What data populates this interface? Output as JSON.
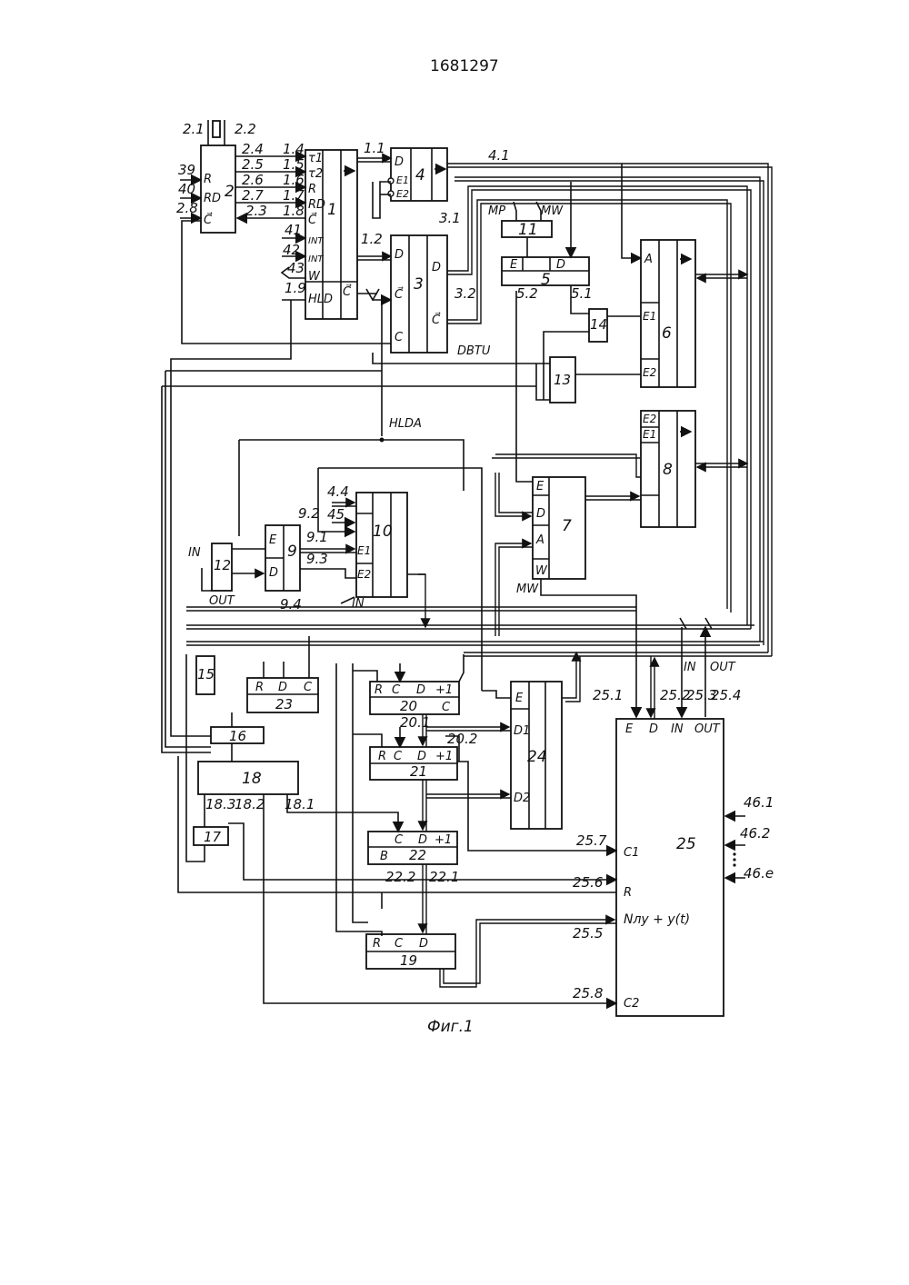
{
  "patent_number": "1681297",
  "caption": "Фиг.1",
  "blocks": {
    "b1": {
      "id": "1",
      "inputs": [
        "τ1",
        "τ2",
        "R",
        "RD",
        "C⃗",
        "INT",
        "INT",
        "W",
        "HLD"
      ],
      "out": "C⃗"
    },
    "b2": {
      "id": "2",
      "inputs": [
        "R",
        "RD",
        "C⃗"
      ]
    },
    "b3": {
      "id": "3",
      "inputs": [
        "D",
        "C⃗",
        "C"
      ],
      "outs": [
        "D",
        "C⃗"
      ]
    },
    "b4": {
      "id": "4",
      "inputs": [
        "D",
        "E1",
        "E2"
      ]
    },
    "b5": {
      "id": "5",
      "inputs": [
        "E",
        "D"
      ]
    },
    "b6": {
      "id": "6",
      "inputs": [
        "A",
        "E1",
        "E2"
      ]
    },
    "b7": {
      "id": "7",
      "inputs": [
        "E",
        "D",
        "A",
        "W"
      ]
    },
    "b8": {
      "id": "8",
      "inputs": [
        "E2",
        "E1"
      ]
    },
    "b9": {
      "id": "9",
      "inputs": [
        "E",
        "D"
      ]
    },
    "b10": {
      "id": "10",
      "inputs": [
        "E1",
        "E2"
      ]
    },
    "b11": {
      "id": "11"
    },
    "b12": {
      "id": "12"
    },
    "b13": {
      "id": "13"
    },
    "b14": {
      "id": "14"
    },
    "b15": {
      "id": "15"
    },
    "b16": {
      "id": "16"
    },
    "b17": {
      "id": "17"
    },
    "b18": {
      "id": "18"
    },
    "b19": {
      "id": "19",
      "inputs": [
        "R",
        "C",
        "D"
      ]
    },
    "b20": {
      "id": "20",
      "inputs": [
        "R",
        "C",
        "D",
        "+1"
      ],
      "out": "C"
    },
    "b21": {
      "id": "21",
      "inputs": [
        "R",
        "C",
        "D",
        "+1"
      ]
    },
    "b22": {
      "id": "22",
      "inputs": [
        "C",
        "D",
        "+1"
      ],
      "out": "B"
    },
    "b23": {
      "id": "23",
      "inputs": [
        "R",
        "D",
        "C"
      ]
    },
    "b24": {
      "id": "24",
      "inputs": [
        "E",
        "D1",
        "D2"
      ]
    },
    "b25": {
      "id": "25",
      "inputs": [
        "E",
        "D",
        "IN",
        "OUT",
        "C1",
        "R",
        "C2"
      ],
      "formula": "Nлу + y(t)"
    }
  },
  "signals": {
    "s2_1": "2.1",
    "s2_2": "2.2",
    "s2_3": "2.3",
    "s2_4": "2.4",
    "s2_5": "2.5",
    "s2_6": "2.6",
    "s2_7": "2.7",
    "s2_8": "2.8",
    "s1_1": "1.1",
    "s1_2": "1.2",
    "s1_4": "1.4",
    "s1_5": "1.5",
    "s1_6": "1.6",
    "s1_7": "1.7",
    "s1_8": "1.8",
    "s1_9": "1.9",
    "s39": "39",
    "s40": "40",
    "s41": "41",
    "s42": "42",
    "s43": "43",
    "s3_1": "3.1",
    "s3_2": "3.2",
    "s4_1": "4.1",
    "s4_4": "4.4",
    "s45": "45",
    "s5_1": "5.1",
    "s5_2": "5.2",
    "s9_1": "9.1",
    "s9_2": "9.2",
    "s9_3": "9.3",
    "s9_4": "9.4",
    "s18_1": "18.1",
    "s18_2": "18.2",
    "s18_3": "18.3",
    "s20_1": "20.1",
    "s20_2": "20.2",
    "s22_1": "22.1",
    "s22_2": "22.2",
    "s25_1": "25.1",
    "s25_2": "25.2",
    "s25_3": "25.3",
    "s25_4": "25.4",
    "s25_5": "25.5",
    "s25_6": "25.6",
    "s25_7": "25.7",
    "s25_8": "25.8",
    "s46_1": "46.1",
    "s46_2": "46.2",
    "s46_e": "46.e",
    "mp": "MP",
    "mw": "MW",
    "mw2": "MW",
    "dbtu": "DBTU",
    "hlda": "HLDA",
    "in1": "IN",
    "in2": "IN",
    "in3": "IN",
    "out1": "OUT",
    "out2": "OUT"
  }
}
